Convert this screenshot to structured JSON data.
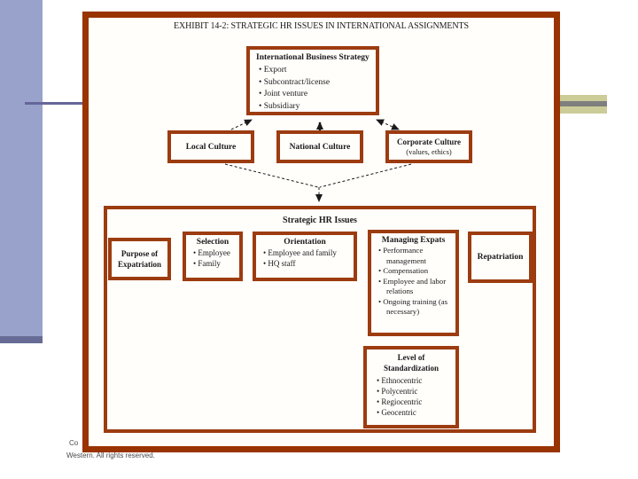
{
  "slide": {
    "footer_line1": "Co",
    "footer_line2": "Western. All rights reserved."
  },
  "exhibit": {
    "title": "EXHIBIT 14-2: STRATEGIC HR ISSUES IN INTERNATIONAL ASSIGNMENTS",
    "strategy_box": {
      "title": "International Business Strategy",
      "bullets": [
        "Export",
        "Subcontract/license",
        "Joint venture",
        "Subsidiary"
      ]
    },
    "culture_boxes": {
      "local": "Local Culture",
      "national": "National Culture",
      "corporate": "Corporate Culture",
      "corporate_note": "(values, ethics)"
    },
    "hr_box": {
      "title": "Strategic HR Issues",
      "flow": [
        {
          "title": "Purpose of Expatriation",
          "bullets": []
        },
        {
          "title": "Selection",
          "bullets": [
            "Employee",
            "Family"
          ]
        },
        {
          "title": "Orientation",
          "bullets": [
            "Employee and family",
            "HQ staff"
          ]
        },
        {
          "title": "Managing Expats",
          "bullets": [
            "Performance management",
            "Compensation",
            "Employee and labor relations",
            "Ongoing training (as necessary)"
          ]
        },
        {
          "title": "Repatriation",
          "bullets": []
        }
      ]
    },
    "standardization_box": {
      "title_line1": "Level of",
      "title_line2": "Standardization",
      "bullets": [
        "Ethnocentric",
        "Polycentric",
        "Regiocentric",
        "Geocentric"
      ]
    },
    "colors": {
      "frame_brown": "#993300",
      "box_brown": "#9c3c10",
      "sidebar_blue": "#98A2CB",
      "sidebar_strip": "#666C96",
      "accent_line": "#666699",
      "band_tan": "#CCCC99",
      "band_gray": "#7F7F7F"
    }
  }
}
